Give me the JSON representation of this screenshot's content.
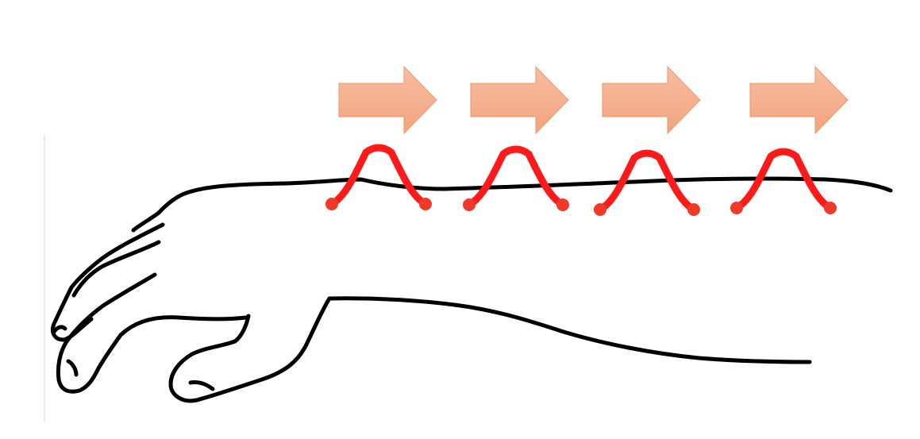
{
  "diagram": {
    "subject": "forearm-and-hand",
    "colors": {
      "arrow_fill": "#f4b183",
      "arrow_stroke": "#ed9a69",
      "wave": "#ff1a1a",
      "wave_dot": "#ef3a2a",
      "outline": "#000000"
    },
    "arrows": [
      {
        "direction": "right",
        "icon": "right-arrow-icon"
      },
      {
        "direction": "right",
        "icon": "right-arrow-icon"
      },
      {
        "direction": "right",
        "icon": "right-arrow-icon"
      },
      {
        "direction": "right",
        "icon": "right-arrow-icon"
      }
    ],
    "waves": [
      {
        "shape": "single-hump",
        "icon": "wave-pulse-icon"
      },
      {
        "shape": "single-hump",
        "icon": "wave-pulse-icon"
      },
      {
        "shape": "single-hump",
        "icon": "wave-pulse-icon"
      },
      {
        "shape": "single-hump",
        "icon": "wave-pulse-icon"
      }
    ]
  }
}
